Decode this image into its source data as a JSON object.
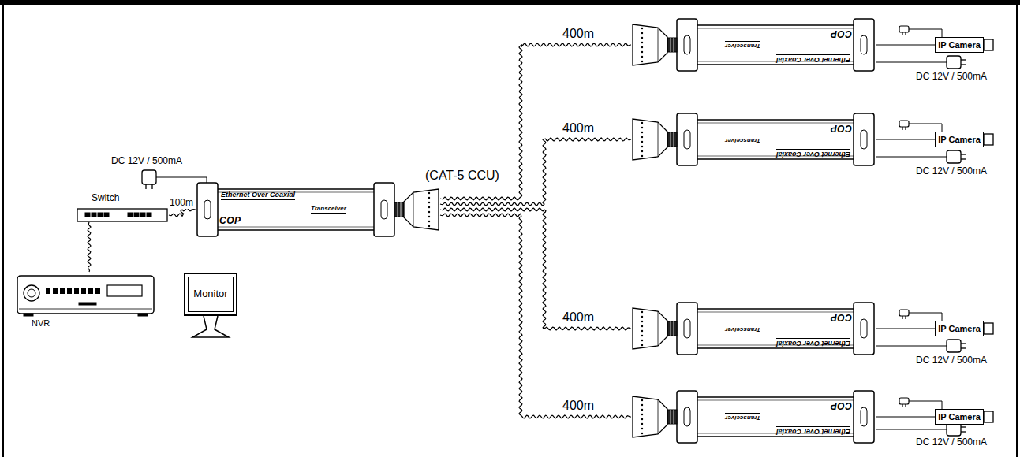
{
  "diagram": {
    "nodes": [
      {
        "text": [
          "Switch"
        ]
      },
      {
        "text": [
          "NVR"
        ]
      },
      {
        "text": [
          "Monitor"
        ]
      },
      {
        "text": [
          "Ethernet Over Coaxial",
          "Transceiver",
          "COP"
        ]
      },
      {
        "text": [
          "Ethernet Over Coaxial",
          "Transceiver",
          "COP"
        ]
      },
      {
        "text": [
          "Ethernet Over Coaxial",
          "Transceiver",
          "COP"
        ]
      },
      {
        "text": [
          "Ethernet Over Coaxial",
          "Transceiver",
          "COP"
        ]
      },
      {
        "text": [
          "Ethernet Over Coaxial",
          "Transceiver",
          "COP"
        ]
      },
      {
        "text": [
          "IP Camera"
        ]
      },
      {
        "text": [
          "IP Camera"
        ]
      },
      {
        "text": [
          "IP Camera"
        ]
      },
      {
        "text": [
          "IP Camera"
        ]
      }
    ],
    "edges": [
      {
        "from": 0,
        "to": 3,
        "arrow": "none",
        "label": "100m"
      },
      {
        "from": 0,
        "to": 1,
        "arrow": "none"
      },
      {
        "from": 3,
        "to": 4,
        "arrow": "none",
        "label": "400m"
      },
      {
        "from": 3,
        "to": 5,
        "arrow": "none",
        "label": "400m"
      },
      {
        "from": 3,
        "to": 6,
        "arrow": "none",
        "label": "400m"
      },
      {
        "from": 3,
        "to": 7,
        "arrow": "none",
        "label": "400m"
      },
      {
        "from": 4,
        "to": 8,
        "arrow": "none"
      },
      {
        "from": 5,
        "to": 9,
        "arrow": "none"
      },
      {
        "from": 6,
        "to": 10,
        "arrow": "none"
      },
      {
        "from": 7,
        "to": 11,
        "arrow": "none"
      }
    ],
    "labels": [
      "DC 12V / 500mA",
      "(CAT-5 CCU)",
      "DC 12V / 500mA",
      "DC 12V / 500mA",
      "DC 12V / 500mA",
      "DC 12V / 500mA"
    ]
  }
}
